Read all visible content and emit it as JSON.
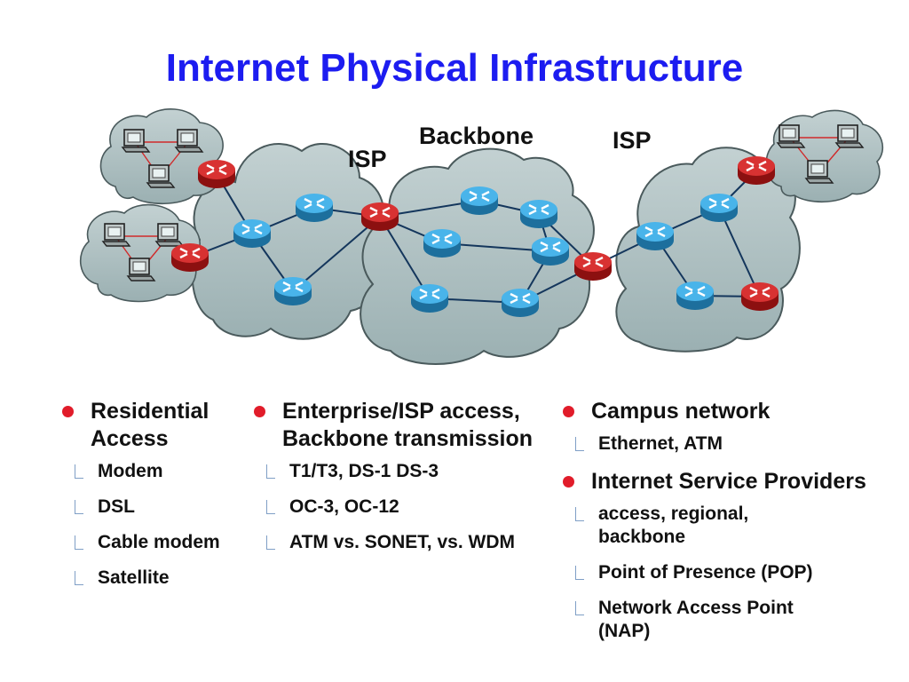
{
  "title": "Internet Physical Infrastructure",
  "diagram": {
    "labels": {
      "isp_left": "ISP",
      "backbone": "Backbone",
      "isp_right": "ISP"
    },
    "colors": {
      "cloud": "#a9bbbd",
      "router_blue": "#2f9cd8",
      "router_red": "#cc1e1e",
      "title": "#1c1cf0",
      "bullet": "#e11c2a"
    },
    "icons": [
      "router-icon",
      "computer-icon",
      "cloud-shape"
    ]
  },
  "columns": [
    {
      "heading": [
        "Residential",
        "Access"
      ],
      "items": [
        "Modem",
        "DSL",
        "Cable modem",
        "Satellite"
      ]
    },
    {
      "heading": [
        "Enterprise/ISP access,",
        "Backbone transmission"
      ],
      "items": [
        "T1/T3, DS-1 DS-3",
        "OC-3, OC-12",
        "ATM vs. SONET, vs. WDM"
      ]
    },
    {
      "sections": [
        {
          "heading": "Campus network",
          "items": [
            "Ethernet, ATM"
          ]
        },
        {
          "heading": "Internet Service Providers",
          "items": [
            [
              "access, regional,",
              "backbone"
            ],
            [
              "Point of Presence (POP)"
            ],
            [
              "Network Access Point",
              "(NAP)"
            ]
          ]
        }
      ]
    }
  ]
}
